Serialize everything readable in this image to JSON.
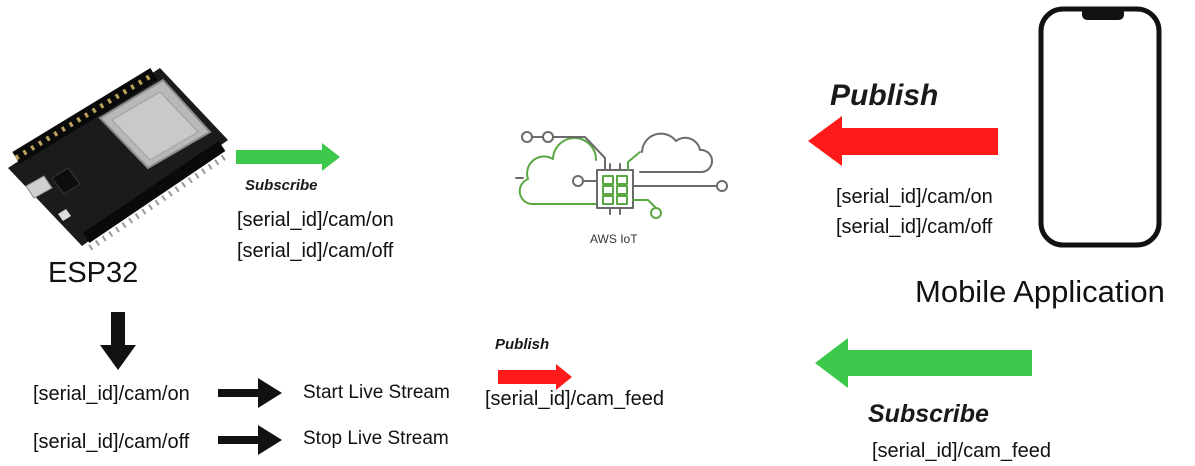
{
  "esp32": {
    "label": "ESP32",
    "icon": "esp32-board-icon"
  },
  "esp32_subscribe": {
    "label": "Subscribe",
    "topics": [
      "[serial_id]/cam/on",
      "[serial_id]/cam/off"
    ]
  },
  "aws_iot": {
    "label": "AWS IoT",
    "icon": "aws-iot-icon"
  },
  "mobile_publish": {
    "label": "Publish",
    "topics": [
      "[serial_id]/cam/on",
      "[serial_id]/cam/off"
    ]
  },
  "mobile_app": {
    "label": "Mobile Application",
    "icon": "smartphone-icon"
  },
  "esp32_actions": [
    {
      "topic": "[serial_id]/cam/on",
      "action": "Start Live Stream"
    },
    {
      "topic": "[serial_id]/cam/off",
      "action": "Stop Live Stream"
    }
  ],
  "esp32_publish": {
    "label": "Publish",
    "topic": "[serial_id]/cam_feed"
  },
  "mobile_subscribe": {
    "label": "Subscribe",
    "topic": "[serial_id]/cam_feed"
  },
  "colors": {
    "subscribe_arrow": "#3cc84a",
    "publish_arrow": "#ff1a1a",
    "flow_arrow": "#111111",
    "aws_accent": "#5aa843",
    "aws_line": "#6b6b6b"
  }
}
